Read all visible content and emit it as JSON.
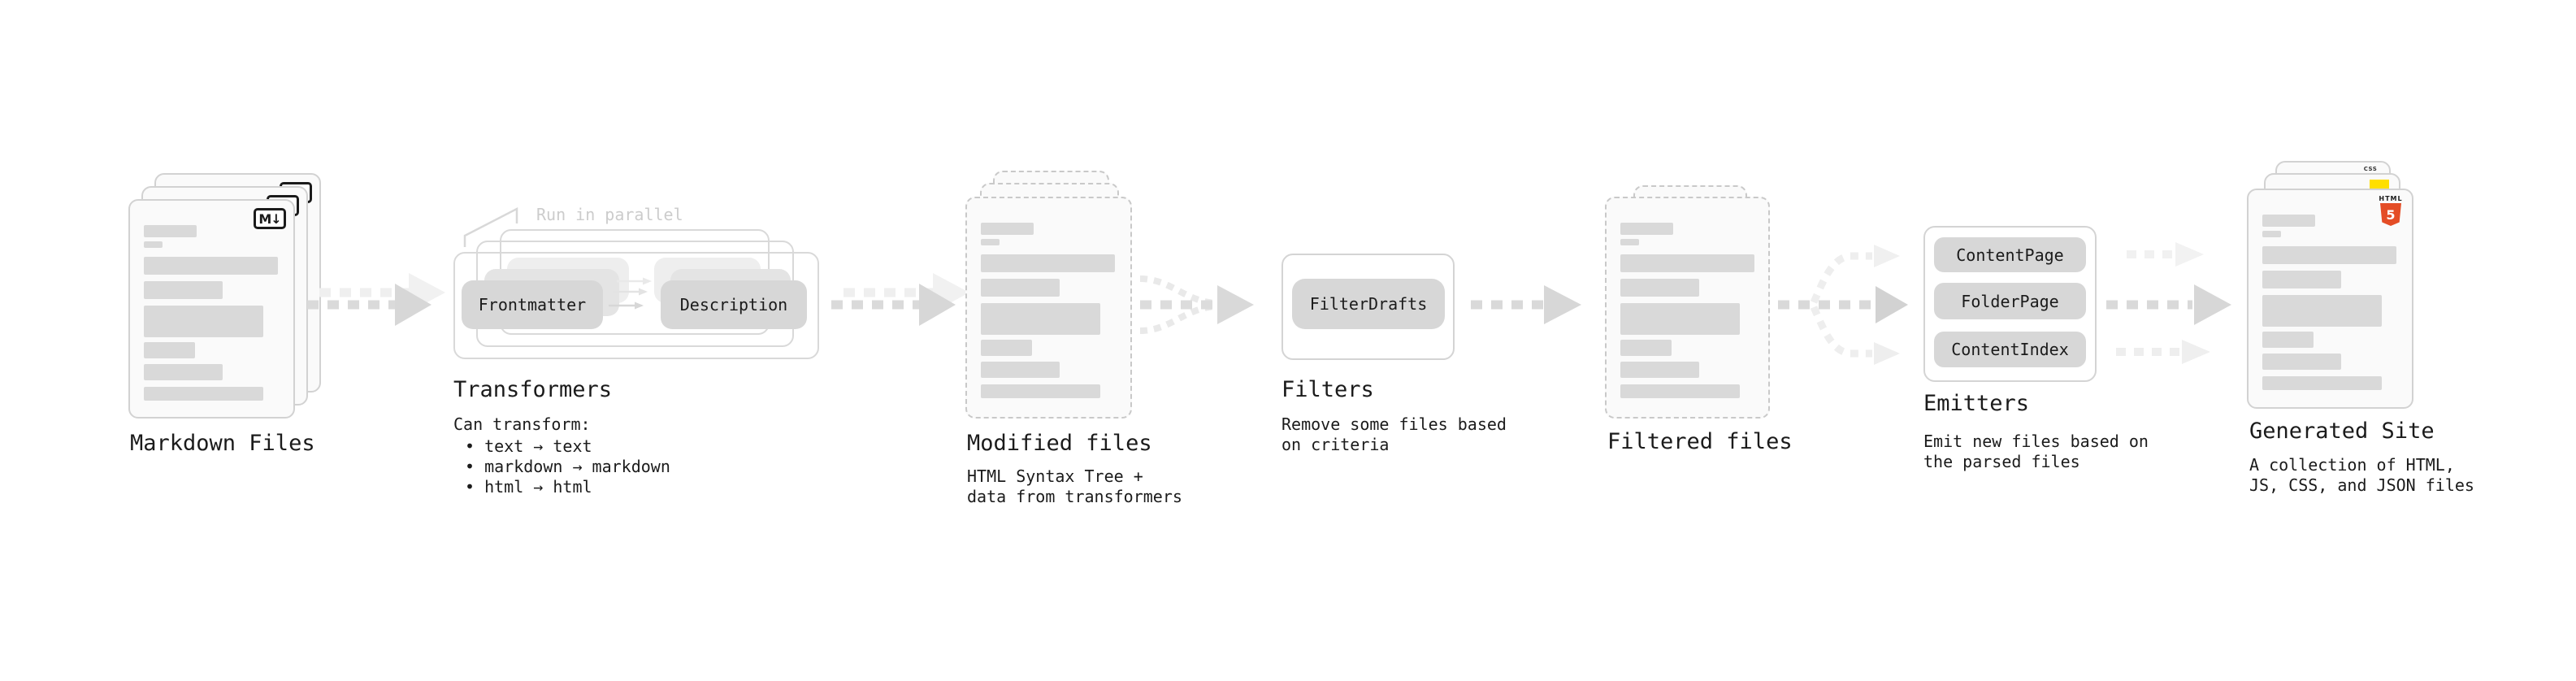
{
  "palette": {
    "background": "#ffffff",
    "card_fill": "#fafafa",
    "card_border": "#d2d2d2",
    "dashed_border": "#c9c9c9",
    "skeleton": "#d9d9d9",
    "pill_fill": "#d7d7d7",
    "pill_ghost_1": "#e4e4e4",
    "pill_ghost_2": "#eeeeee",
    "box_border": "#d9d9d9",
    "arrow": "#d9d9d9",
    "arrow_strong": "#d2d2d2",
    "arrow_light": "#efefef",
    "heading_text": "#1b1b1b",
    "body_text": "#1b1b1b",
    "muted_text": "#cccccc",
    "badge_border": "#1b1b1b",
    "html5_orange": "#e44d26",
    "js_yellow": "#ffdf00",
    "css_blue": "#2b5ce5"
  },
  "nodes": {
    "markdown_files": {
      "label": "Markdown Files",
      "badge": "M↓"
    },
    "transformers": {
      "label": "Transformers",
      "annotation": "Run in parallel",
      "pill_left": "Frontmatter",
      "pill_right": "Description",
      "note_title": "Can transform:",
      "notes": [
        "• text → text",
        "• markdown → markdown",
        "• html → html"
      ]
    },
    "modified_files": {
      "label": "Modified files",
      "notes": [
        "HTML Syntax Tree +",
        "data from transformers"
      ]
    },
    "filters": {
      "label": "Filters",
      "pill": "FilterDrafts",
      "notes": [
        "Remove some files based",
        "on criteria"
      ]
    },
    "filtered_files": {
      "label": "Filtered files"
    },
    "emitters": {
      "label": "Emitters",
      "pills": [
        "ContentPage",
        "FolderPage",
        "ContentIndex"
      ],
      "notes": [
        "Emit new files based on",
        "the parsed files"
      ]
    },
    "generated_site": {
      "label": "Generated Site",
      "badge_css": "CSS",
      "badge_html": "HTML",
      "badge_html_number": "5",
      "notes": [
        "A collection of HTML,",
        "JS, CSS, and JSON files"
      ]
    }
  }
}
